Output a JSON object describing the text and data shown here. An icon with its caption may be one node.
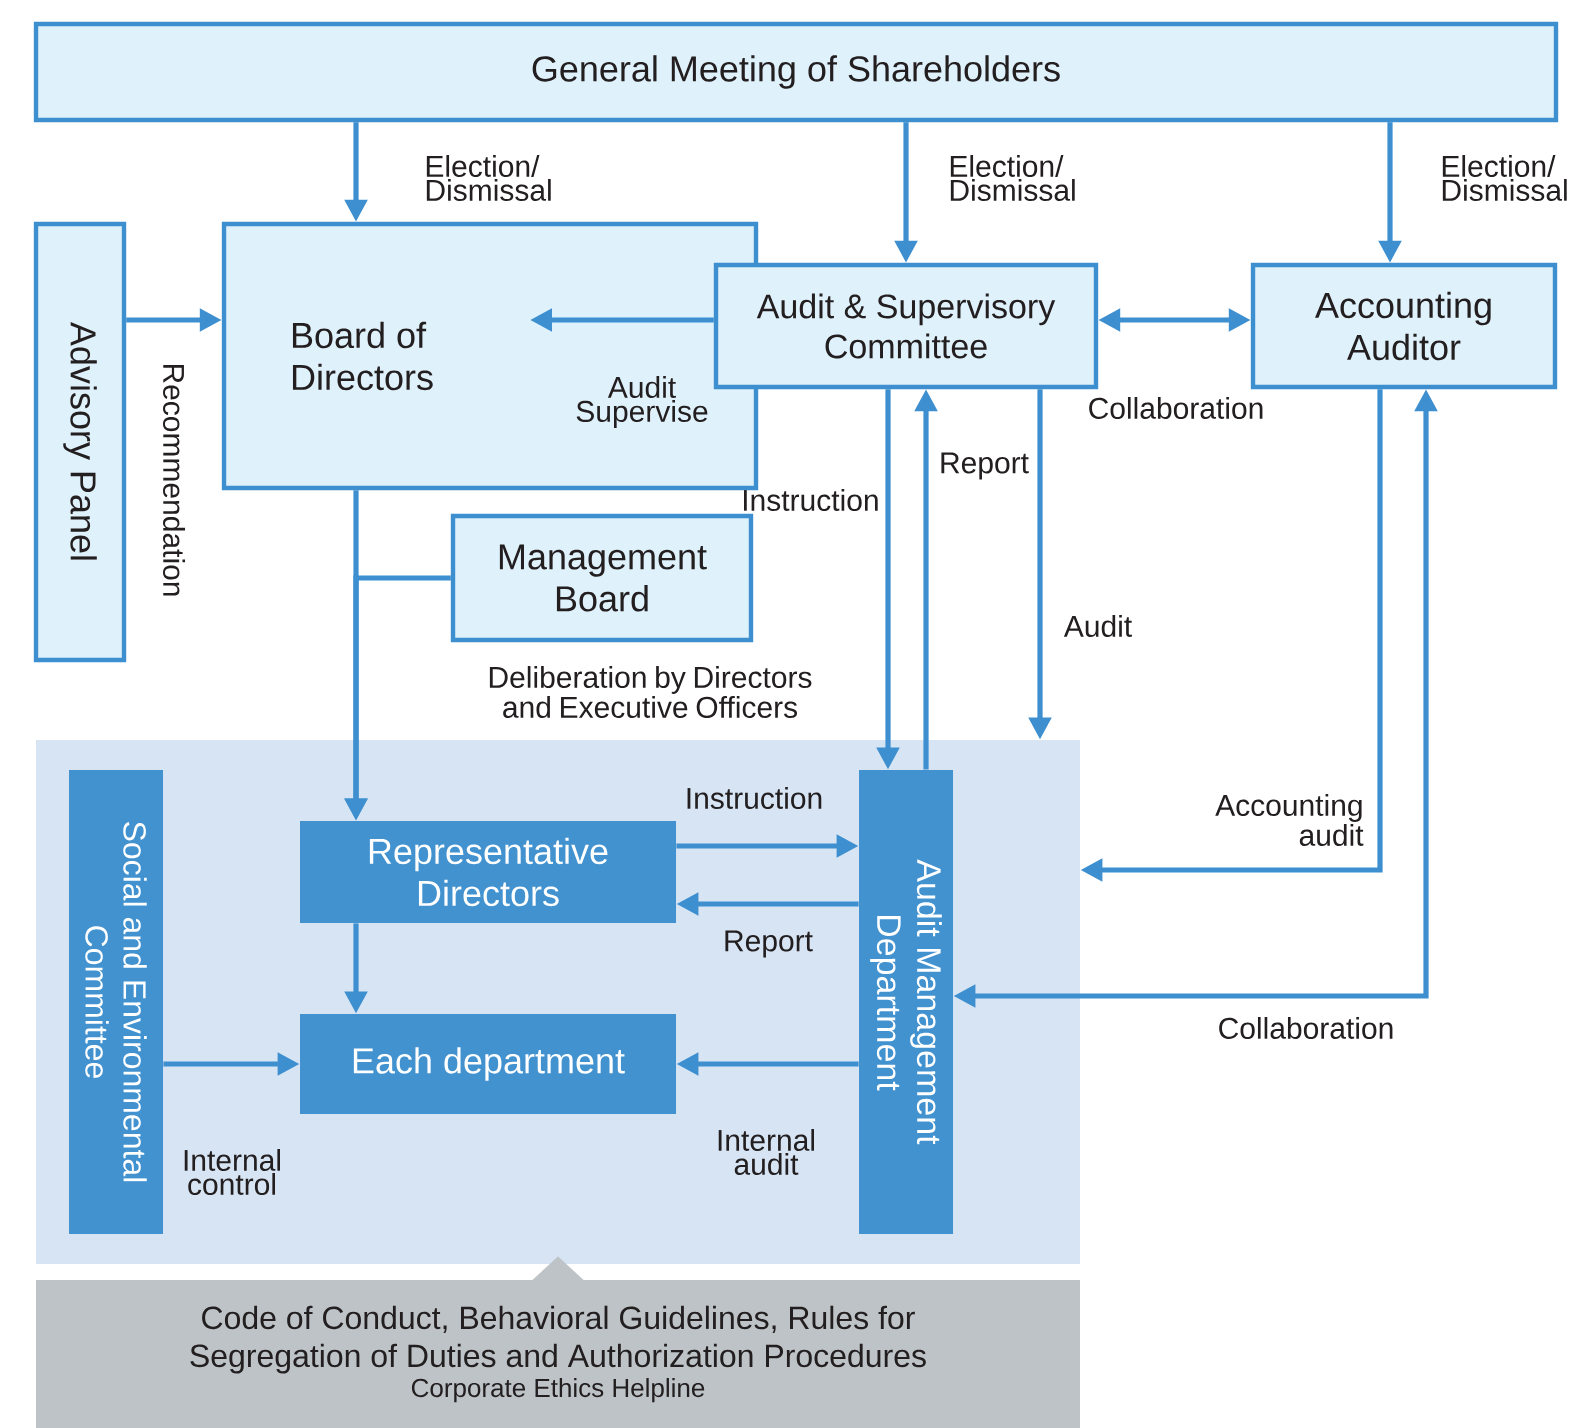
{
  "diagram": {
    "nodes": [
      {
        "text": [
          "General Meeting of Shareholders"
        ]
      },
      {
        "text": [
          "Advisory Panel"
        ]
      },
      {
        "text": [
          "Board of Directors"
        ]
      },
      {
        "text": [
          "Audit & Supervisory Committee"
        ]
      },
      {
        "text": [
          "Accounting Auditor"
        ]
      },
      {
        "text": [
          "Management Board"
        ],
        "beside": [
          "Deliberation by Directors and Executive Officers"
        ]
      },
      {
        "text": [],
        "shape": "box"
      },
      {
        "text": [
          "Social and Environmental Committee"
        ],
        "in": 6
      },
      {
        "text": [
          "Representative Directors"
        ],
        "in": 6
      },
      {
        "text": [
          "Each department"
        ],
        "in": 6
      },
      {
        "text": [
          "Audit Management Department"
        ],
        "in": 6
      },
      {
        "text": [
          "Code of Conduct, Behavioral Guidelines, Rules for Segregation of Duties and Authorization Procedures",
          "Corporate Ethics Helpline"
        ]
      }
    ],
    "edges": [
      {
        "from": 0,
        "to": 2,
        "arrow": "to",
        "label": "Election/ Dismissal"
      },
      {
        "from": 0,
        "to": 3,
        "arrow": "to",
        "label": "Election/ Dismissal"
      },
      {
        "from": 0,
        "to": 4,
        "arrow": "to",
        "label": "Election/ Dismissal"
      },
      {
        "from": 1,
        "to": 2,
        "arrow": "to",
        "label": "Recommendation"
      },
      {
        "from": 3,
        "to": 2,
        "arrow": "to",
        "label": "Audit Supervise"
      },
      {
        "from": 3,
        "to": 4,
        "arrow": "both",
        "label": "Collaboration"
      },
      {
        "from": 3,
        "to": 10,
        "arrow": "to",
        "label": "Instruction"
      },
      {
        "from": 10,
        "to": 3,
        "arrow": "to",
        "label": "Report"
      },
      {
        "from": 3,
        "to": 6,
        "arrow": "to",
        "label": "Audit"
      },
      {
        "from": 4,
        "to": 6,
        "arrow": "to",
        "label": "Accounting audit"
      },
      {
        "from": 10,
        "to": 4,
        "arrow": "both",
        "label": "Collaboration"
      },
      {
        "from": 2,
        "to": 8,
        "arrow": "to"
      },
      {
        "from": 5,
        "to": 8,
        "arrow": "to"
      },
      {
        "from": 8,
        "to": 9,
        "arrow": "to"
      },
      {
        "from": 8,
        "to": 10,
        "arrow": "to",
        "label": "Instruction"
      },
      {
        "from": 10,
        "to": 8,
        "arrow": "to",
        "label": "Report"
      },
      {
        "from": 7,
        "to": 9,
        "arrow": "to",
        "label": "Internal control"
      },
      {
        "from": 10,
        "to": 9,
        "arrow": "to",
        "label": "Internal audit"
      },
      {
        "from": 11,
        "to": 6,
        "arrow": "to",
        "color": "#bdc3c6"
      }
    ]
  }
}
